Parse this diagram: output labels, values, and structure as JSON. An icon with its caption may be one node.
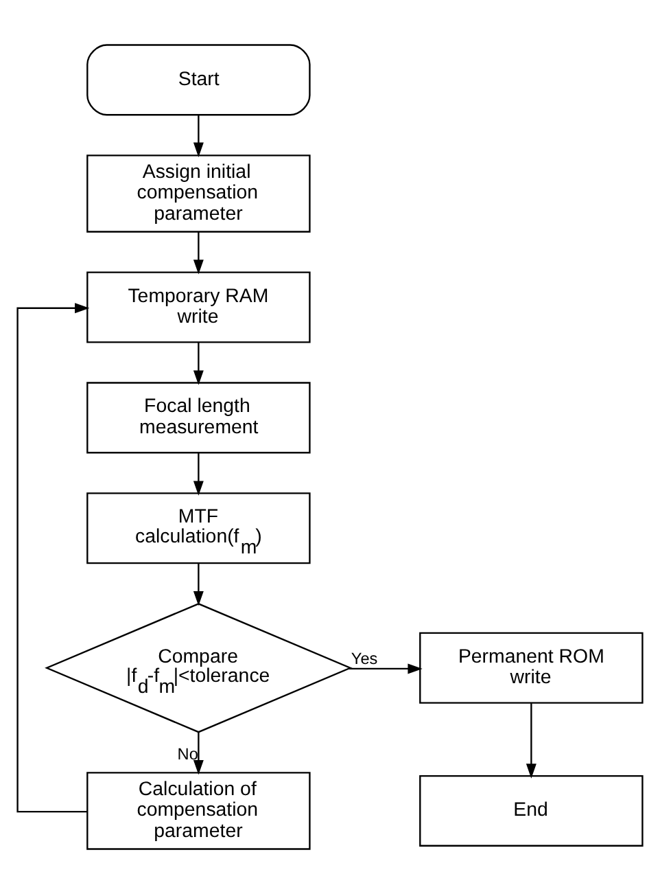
{
  "diagram": {
    "nodes": [
      {
        "text": [
          "Start"
        ]
      },
      {
        "text": [
          "Assign initial compensation parameter"
        ]
      },
      {
        "text": [
          "Temporary RAM write"
        ]
      },
      {
        "text": [
          "Focal length measurement"
        ]
      },
      {
        "text": [
          "MTF calculation(f$_{m}$)"
        ]
      },
      {
        "text": [
          "Compare |f$_{d}$-f$_{m}$|<tolerance"
        ]
      },
      {
        "text": [
          "Calculation of compensation parameter"
        ]
      },
      {
        "text": [
          "Permanent ROM write"
        ]
      },
      {
        "text": [
          "End"
        ]
      }
    ],
    "edges": [
      {
        "from": 0,
        "to": 1,
        "arrow": "to"
      },
      {
        "from": 1,
        "to": 2,
        "arrow": "to"
      },
      {
        "from": 2,
        "to": 3,
        "arrow": "to"
      },
      {
        "from": 3,
        "to": 4,
        "arrow": "to"
      },
      {
        "from": 4,
        "to": 5,
        "arrow": "to"
      },
      {
        "from": 5,
        "to": 7,
        "arrow": "to",
        "label": "Yes"
      },
      {
        "from": 5,
        "to": 6,
        "arrow": "to",
        "label": "No"
      },
      {
        "from": 7,
        "to": 8,
        "arrow": "to"
      },
      {
        "from": 6,
        "to": 2,
        "arrow": "to"
      }
    ]
  }
}
